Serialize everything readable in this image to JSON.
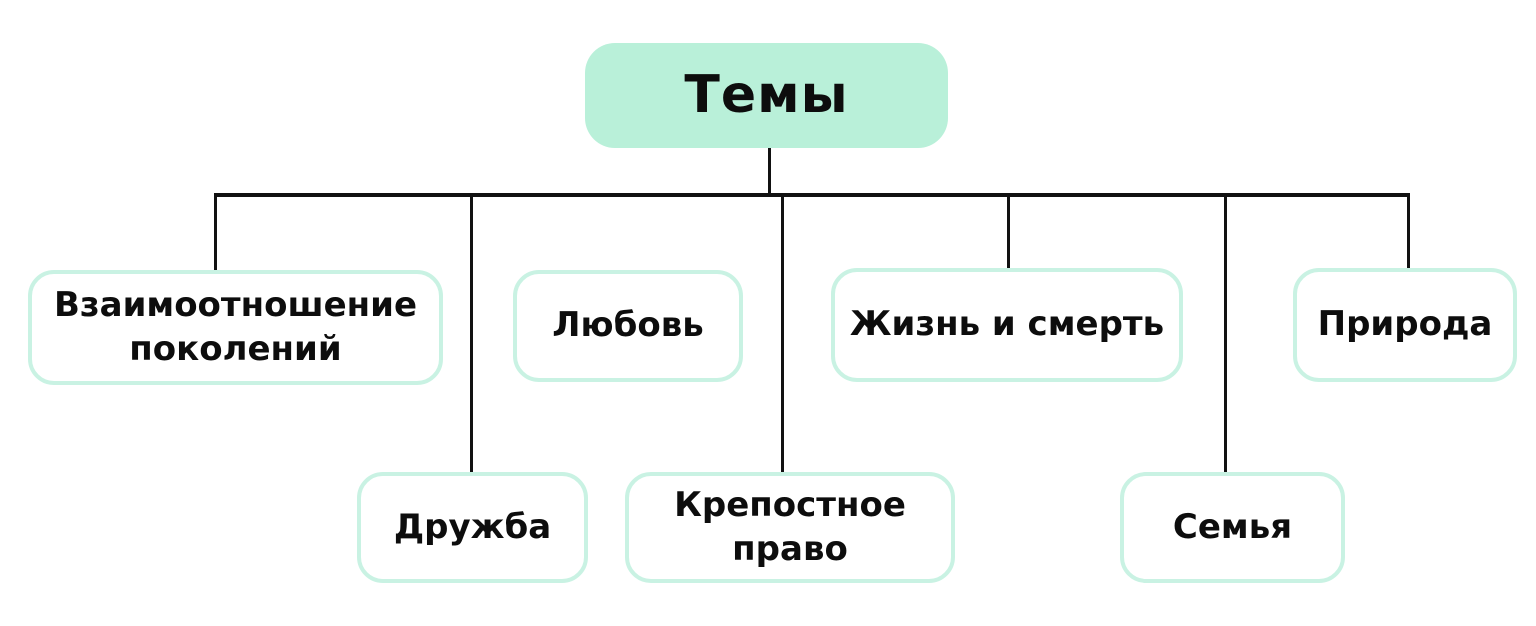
{
  "diagram": {
    "root": {
      "label": "Темы"
    },
    "children": [
      {
        "label": "Взаимоотношение поколений",
        "row": 1
      },
      {
        "label": "Любовь",
        "row": 1
      },
      {
        "label": "Жизнь и смерть",
        "row": 1
      },
      {
        "label": "Природа",
        "row": 1
      },
      {
        "label": "Дружба",
        "row": 2
      },
      {
        "label": "Крепостное право",
        "row": 2
      },
      {
        "label": "Семья",
        "row": 2
      }
    ],
    "colors": {
      "root_fill": "#b9f0d9",
      "node_border": "#c9f2e3",
      "node_fill": "#ffffff",
      "connector": "#111111",
      "text": "#0d0d0d",
      "background": "#ffffff"
    }
  }
}
